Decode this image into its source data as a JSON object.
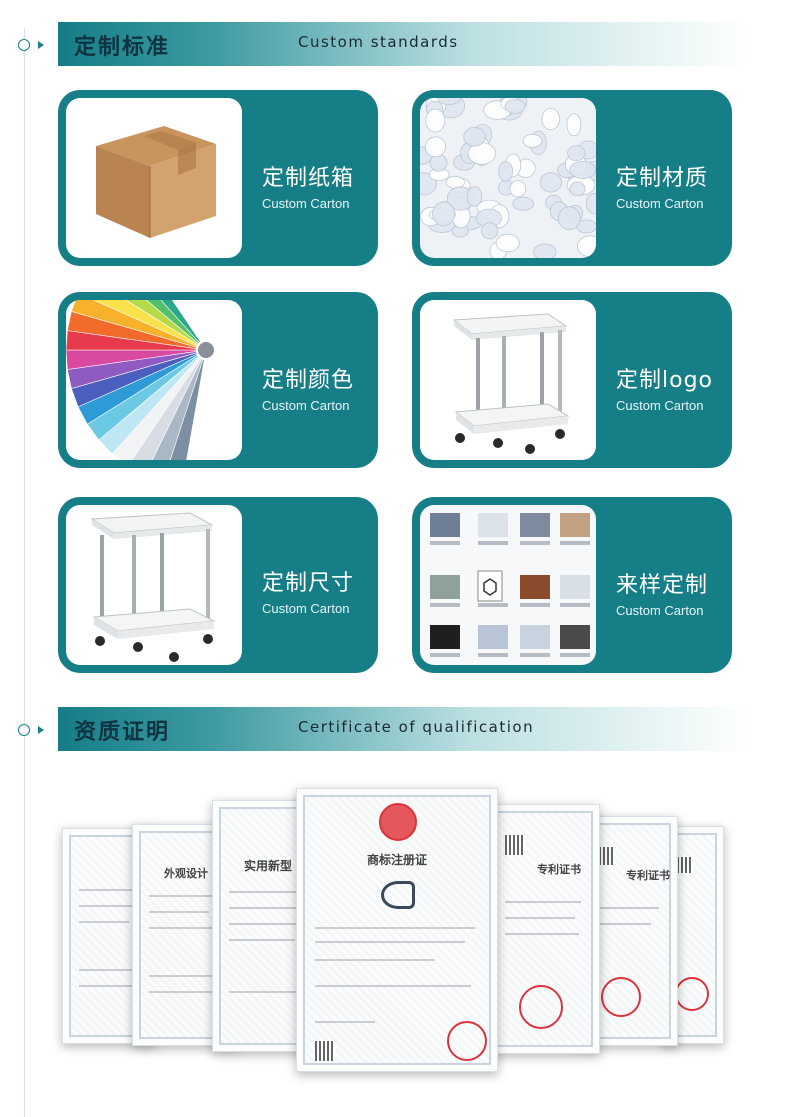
{
  "sections": {
    "custom": {
      "title_cn": "定制标准",
      "title_en": "Custom standards"
    },
    "cert": {
      "title_cn": "资质证明",
      "title_en": "Certificate of qualification"
    }
  },
  "cards": [
    {
      "title": "定制纸箱",
      "subtitle": "Custom Carton",
      "image": "carton-box"
    },
    {
      "title": "定制材质",
      "subtitle": "Custom Carton",
      "image": "plastic-pellets"
    },
    {
      "title": "定制颜色",
      "subtitle": "Custom Carton",
      "image": "color-swatch-fan"
    },
    {
      "title": "定制logo",
      "subtitle": "Custom Carton",
      "image": "white-cart"
    },
    {
      "title": "定制尺寸",
      "subtitle": "Custom Carton",
      "image": "white-cart"
    },
    {
      "title": "来样定制",
      "subtitle": "Custom Carton",
      "image": "file-thumbnails"
    }
  ],
  "certificates": {
    "center_title": "商标注册证",
    "utility_title": "实用新型",
    "design_title": "外观设计",
    "patent_title": "专利证书"
  },
  "colors": {
    "accent": "#167e86",
    "header_text": "#0d3440",
    "seal_red": "#d9343c"
  }
}
